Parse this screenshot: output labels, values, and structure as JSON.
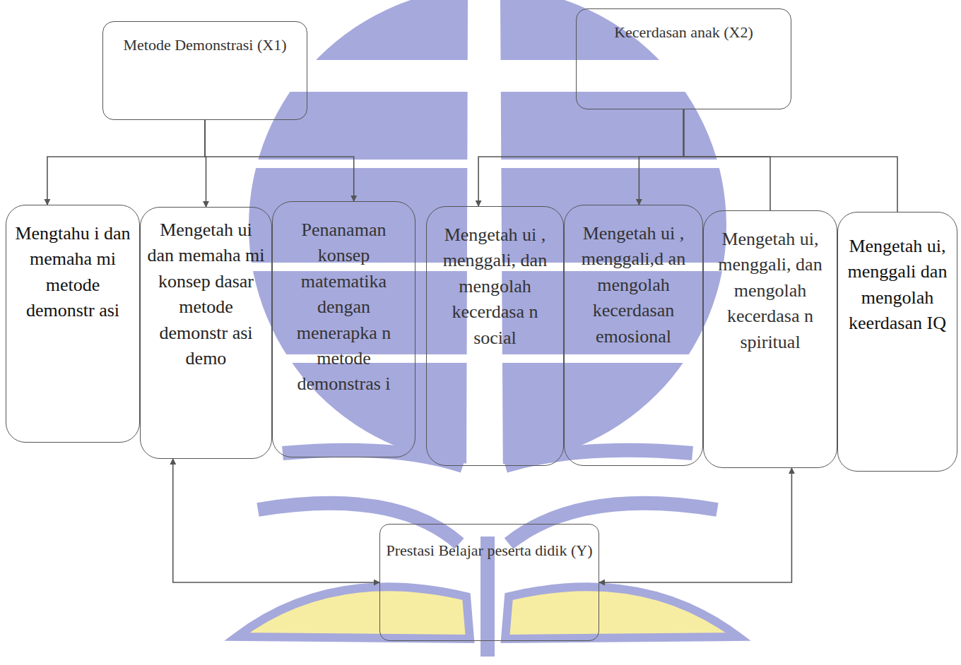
{
  "diagram": {
    "nodes": [
      {
        "text": [
          "Metode Demonstrasi (X1)"
        ]
      },
      {
        "text": [
          "Kecerdasan anak (X2)"
        ]
      },
      {
        "text": [
          "Mengtahu i dan memaha mi metode demonstr asi"
        ]
      },
      {
        "text": [
          "Mengetah ui dan memaha mi konsep dasar metode demonstr asi demo"
        ]
      },
      {
        "text": [
          "Penanaman konsep matematika dengan menerapka n metode demonstras i"
        ]
      },
      {
        "text": [
          "Mengetah ui , menggali, dan mengolah kecerdasa n social"
        ]
      },
      {
        "text": [
          "Mengetah ui , menggali,d an mengolah kecerdasan emosional"
        ]
      },
      {
        "text": [
          "Mengetah ui, menggali, dan mengolah kecerdasa n spiritual"
        ]
      },
      {
        "text": [
          "Mengetah ui, menggali dan mengolah keerdasan IQ"
        ]
      },
      {
        "text": [
          "Prestasi Belajar peserta didik (Y)"
        ]
      }
    ],
    "edges": [
      {
        "from": 0,
        "to": 2,
        "arrow": "to"
      },
      {
        "from": 0,
        "to": 3,
        "arrow": "to"
      },
      {
        "from": 0,
        "to": 4,
        "arrow": "to"
      },
      {
        "from": 1,
        "to": 5,
        "arrow": "to"
      },
      {
        "from": 1,
        "to": 6,
        "arrow": "to"
      },
      {
        "from": 1,
        "to": 7,
        "arrow": "none"
      },
      {
        "from": 1,
        "to": 8,
        "arrow": "none"
      },
      {
        "from": 9,
        "to": 3,
        "arrow": "both"
      },
      {
        "from": 9,
        "to": 7,
        "arrow": "both"
      }
    ]
  }
}
